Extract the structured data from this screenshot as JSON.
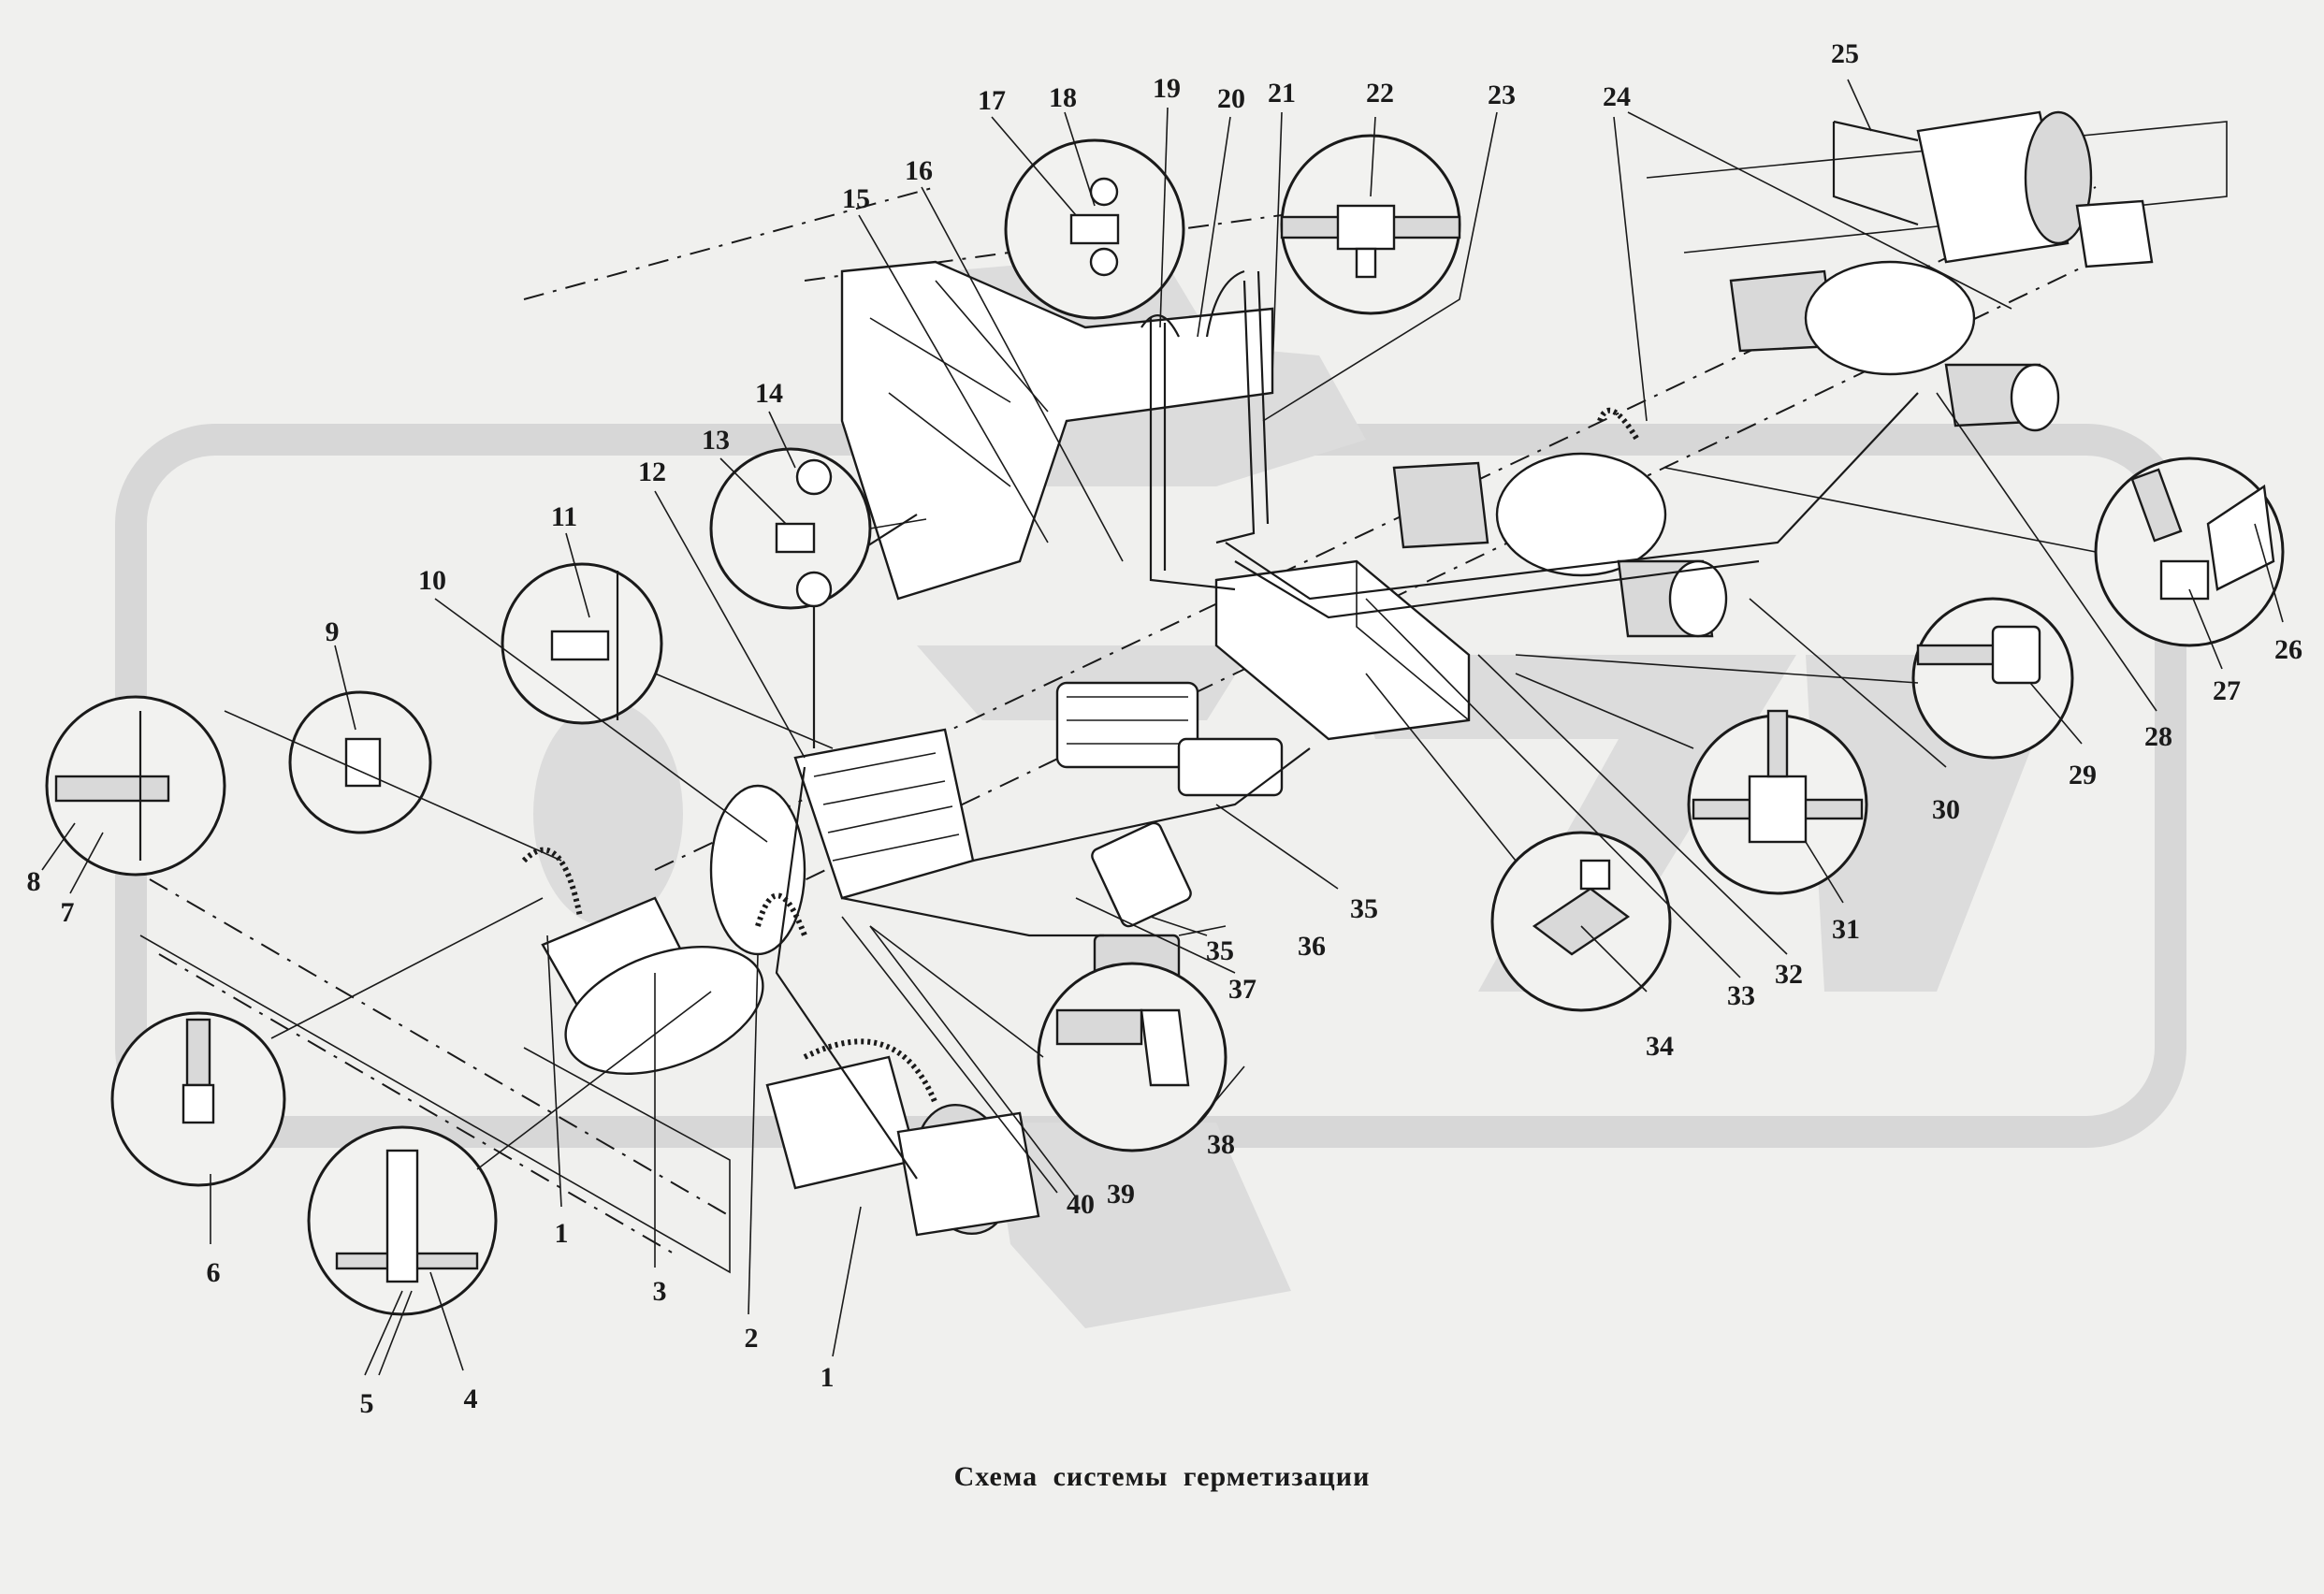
{
  "diagram": {
    "caption": "Схема системы герметизации",
    "callouts": [
      "1",
      "1",
      "2",
      "3",
      "4",
      "5",
      "6",
      "7",
      "8",
      "9",
      "10",
      "11",
      "12",
      "13",
      "14",
      "15",
      "16",
      "17",
      "18",
      "19",
      "20",
      "21",
      "22",
      "23",
      "24",
      "25",
      "26",
      "27",
      "28",
      "29",
      "30",
      "31",
      "32",
      "33",
      "34",
      "35",
      "35",
      "36",
      "37",
      "38",
      "39",
      "40"
    ]
  },
  "colors": {
    "background": "#f0f0ee",
    "linework": "#1a1a1a",
    "watermark": "#dcdcdc"
  }
}
